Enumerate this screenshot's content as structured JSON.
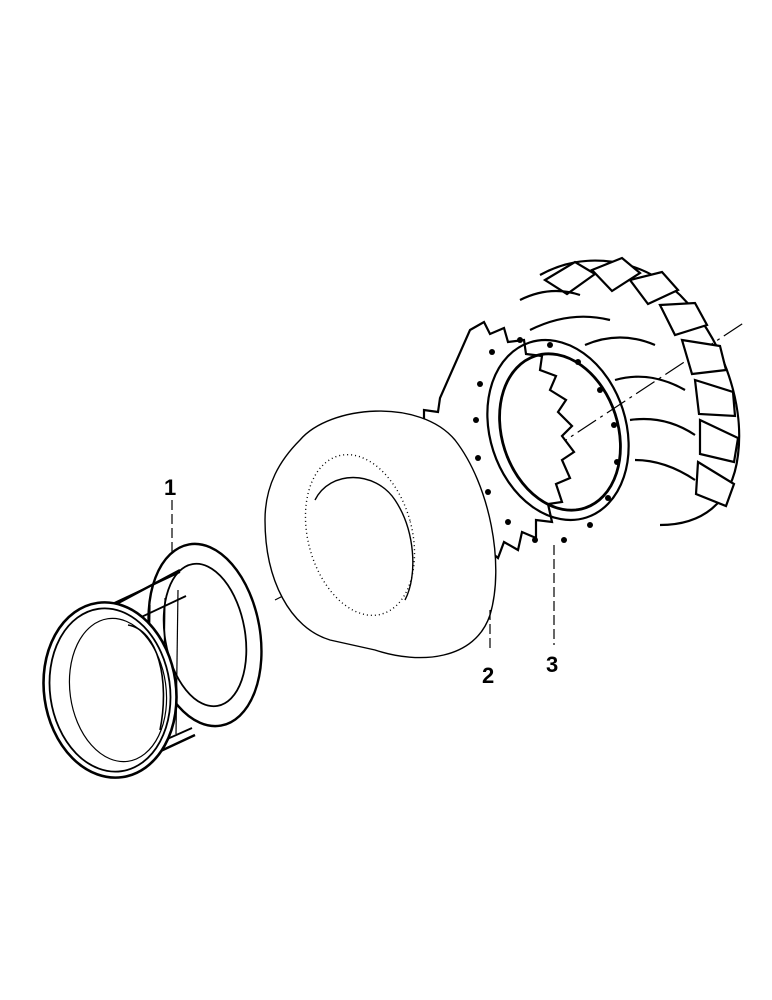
{
  "callouts": [
    {
      "id": "1",
      "label": "1"
    },
    {
      "id": "2",
      "label": "2"
    },
    {
      "id": "3",
      "label": "3"
    }
  ],
  "parts": [
    {
      "callout": "1",
      "icon": "wheel-rim-icon"
    },
    {
      "callout": "2",
      "icon": "inner-tube-icon"
    },
    {
      "callout": "3",
      "icon": "lugged-tire-icon"
    }
  ],
  "colors": {
    "line": "#000000",
    "background": "#ffffff"
  }
}
